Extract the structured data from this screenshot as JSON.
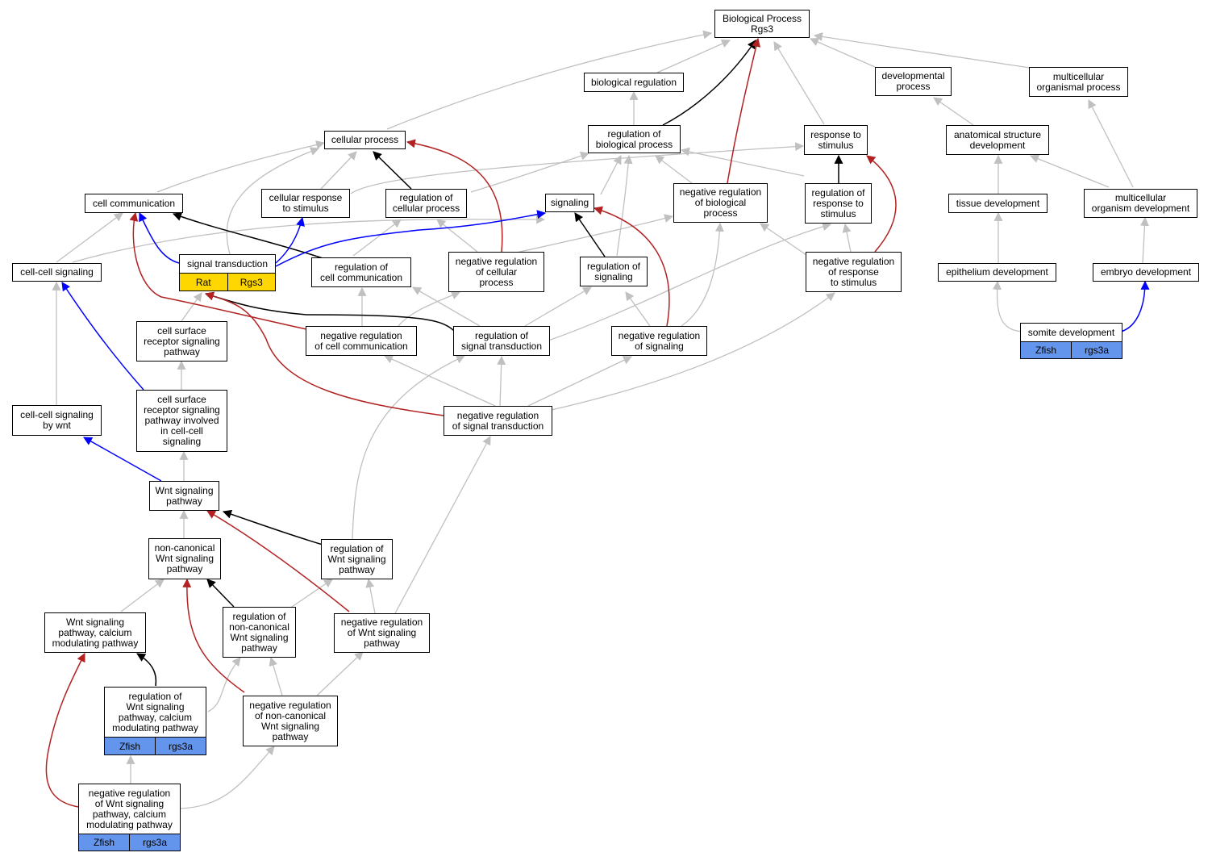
{
  "colors": {
    "gray": "#c0c0c0",
    "black": "#000000",
    "red": "#b22222",
    "blue": "#0000ff",
    "annotation_zfish": "#6495ed",
    "annotation_rat": "#ffd700"
  },
  "nodes": {
    "bp_root": "Biological Process\nRgs3",
    "biological_regulation": "biological regulation",
    "developmental_process": "developmental\nprocess",
    "multicellular_organismal_process": "multicellular\norganismal process",
    "cellular_process": "cellular process",
    "regulation_of_biological_process": "regulation of\nbiological process",
    "response_to_stimulus": "response to\nstimulus",
    "anatomical_structure_development": "anatomical structure\ndevelopment",
    "cell_communication": "cell communication",
    "cellular_response_to_stimulus": "cellular response\nto stimulus",
    "regulation_of_cellular_process": "regulation of\ncellular process",
    "signaling": "signaling",
    "negative_regulation_of_biological_process": "negative regulation\nof biological\nprocess",
    "regulation_of_response_to_stimulus": "regulation of\nresponse to\nstimulus",
    "tissue_development": "tissue development",
    "multicellular_organism_development": "multicellular\norganism development",
    "cell_cell_signaling": "cell-cell signaling",
    "signal_transduction": "signal transduction",
    "regulation_of_cell_communication": "regulation of\ncell communication",
    "negative_regulation_of_cellular_process": "negative regulation\nof cellular\nprocess",
    "regulation_of_signaling": "regulation of\nsignaling",
    "negative_regulation_of_response_to_stimulus": "negative regulation\nof response\nto stimulus",
    "epithelium_development": "epithelium development",
    "embryo_development": "embryo development",
    "somite_development": "somite development",
    "cell_surface_receptor_signaling_pathway": "cell surface\nreceptor signaling\npathway",
    "negative_regulation_of_cell_communication": "negative regulation\nof cell communication",
    "regulation_of_signal_transduction": "regulation of\nsignal transduction",
    "negative_regulation_of_signaling": "negative regulation\nof signaling",
    "cell_cell_signaling_by_wnt": "cell-cell signaling\nby wnt",
    "cell_surface_receptor_cell_cell": "cell surface\nreceptor signaling\npathway involved\nin cell-cell\nsignaling",
    "negative_regulation_of_signal_transduction": "negative regulation\nof signal transduction",
    "wnt_signaling_pathway": "Wnt signaling\npathway",
    "non_canonical_wnt": "non-canonical\nWnt signaling\npathway",
    "regulation_of_wnt": "regulation of\nWnt signaling\npathway",
    "wnt_calcium": "Wnt signaling\npathway, calcium\nmodulating pathway",
    "regulation_of_non_canonical_wnt": "regulation of\nnon-canonical\nWnt signaling\npathway",
    "negative_regulation_of_wnt": "negative regulation\nof Wnt signaling\npathway",
    "regulation_of_wnt_calcium": "regulation of\nWnt signaling\npathway, calcium\nmodulating pathway",
    "negative_regulation_of_non_canonical_wnt": "negative regulation\nof non-canonical\nWnt signaling\npathway",
    "negative_regulation_of_wnt_calcium": "negative regulation\nof Wnt signaling\npathway, calcium\nmodulating pathway"
  },
  "annotations": {
    "signal_transduction": {
      "species": "Rat",
      "gene": "Rgs3"
    },
    "somite_development": {
      "species": "Zfish",
      "gene": "rgs3a"
    },
    "regulation_of_wnt_calcium": {
      "species": "Zfish",
      "gene": "rgs3a"
    },
    "negative_regulation_of_wnt_calcium": {
      "species": "Zfish",
      "gene": "rgs3a"
    }
  }
}
